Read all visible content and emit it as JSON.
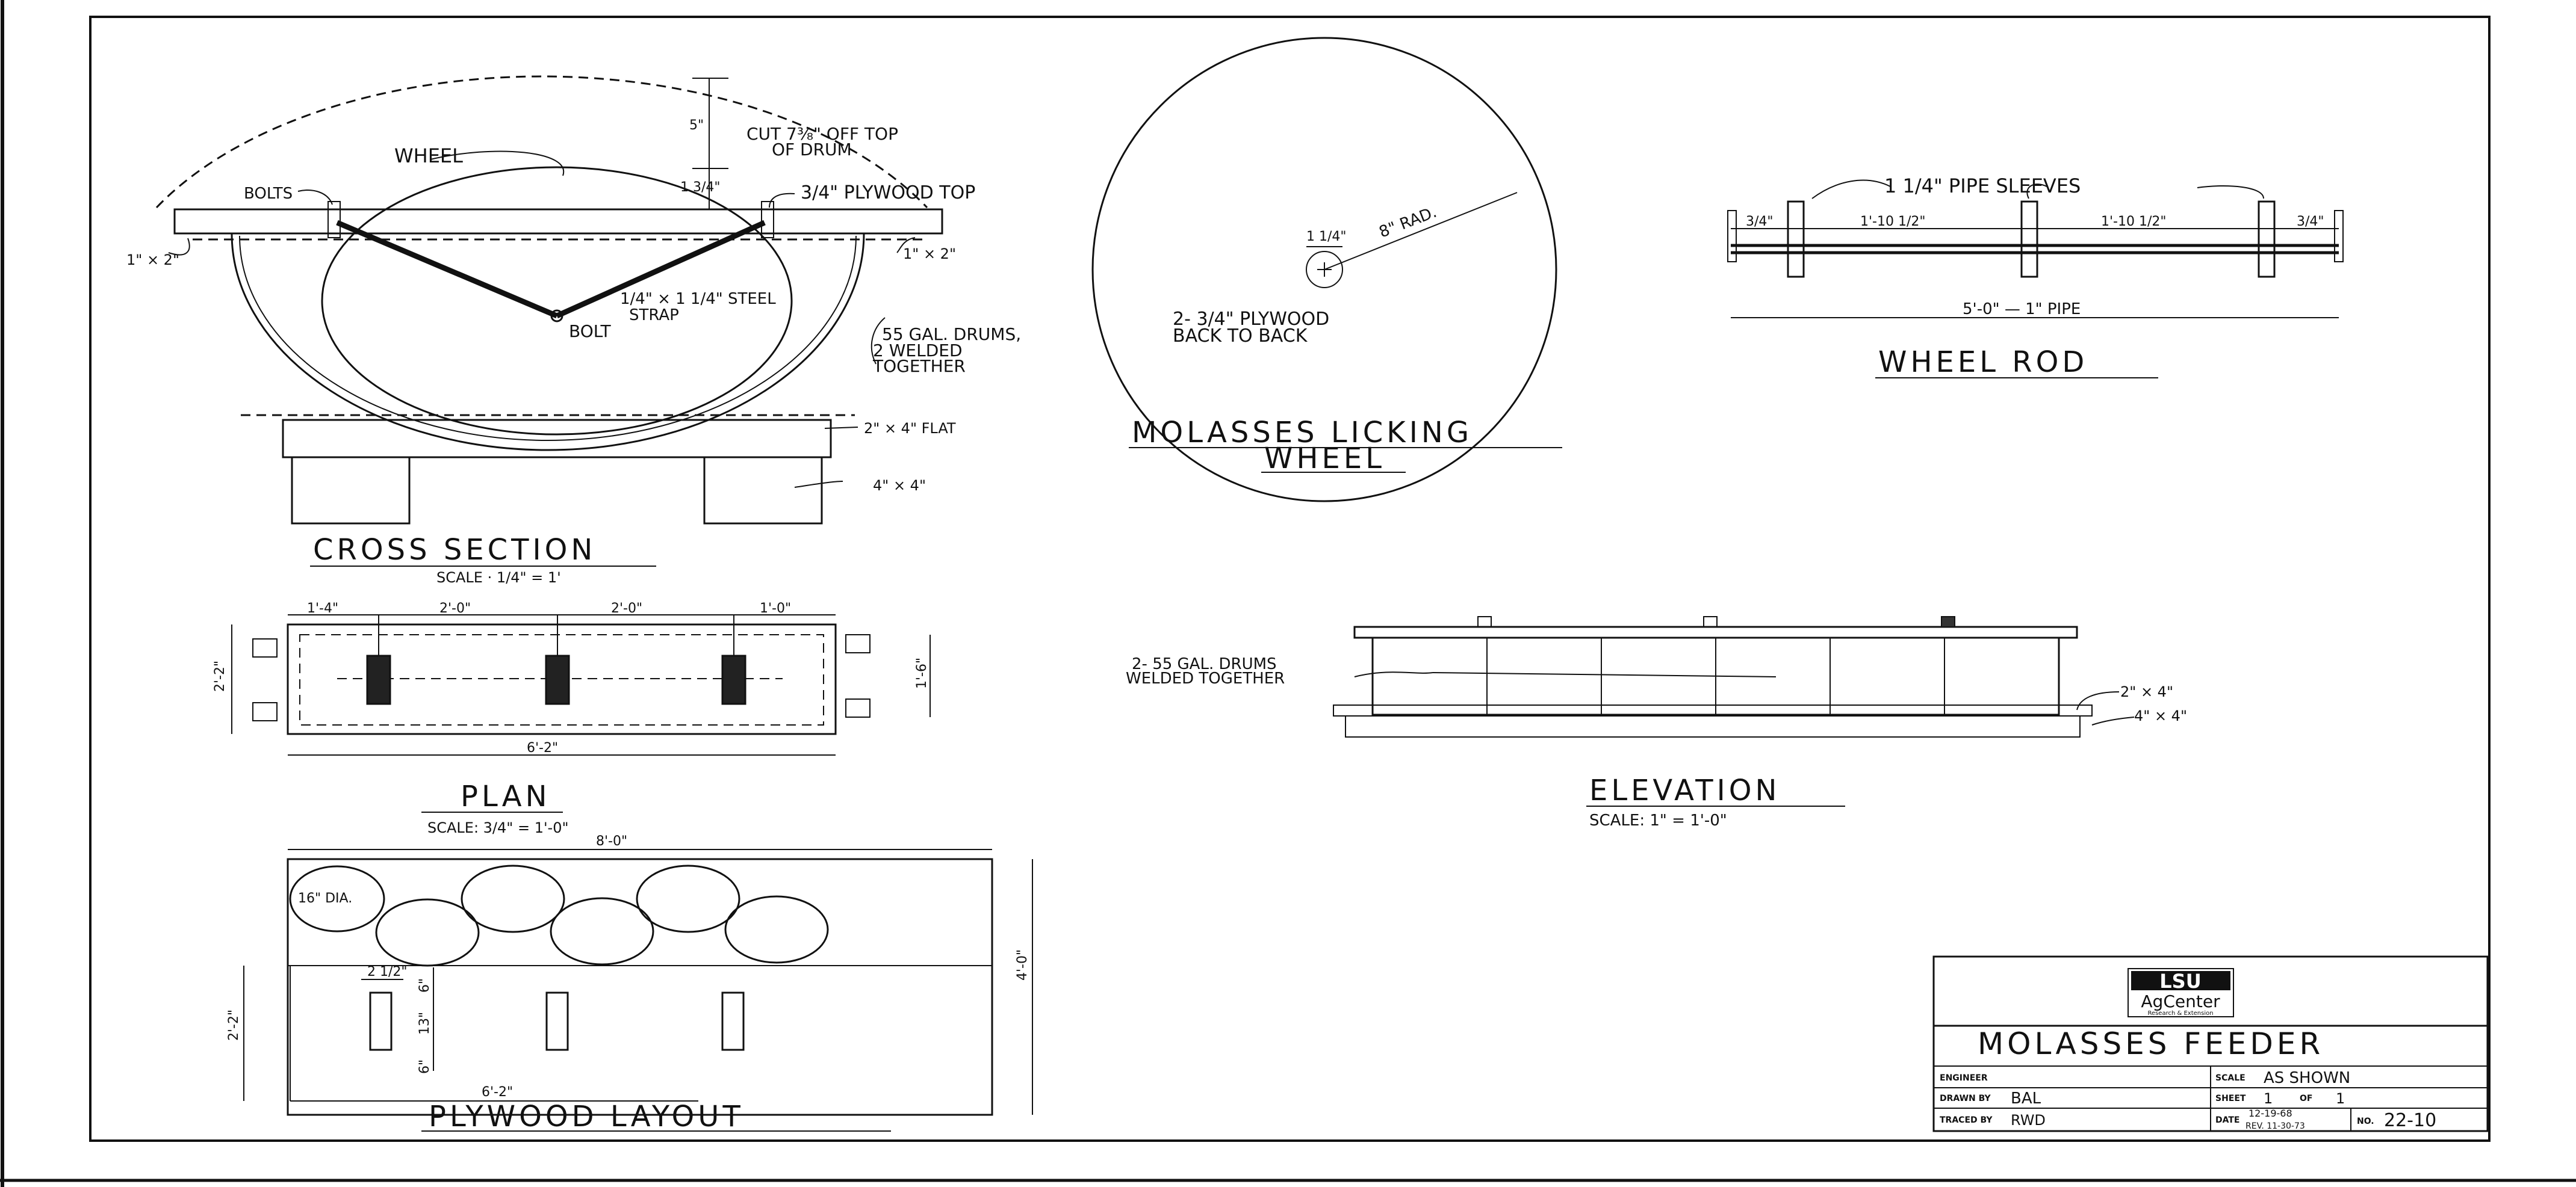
{
  "sheet": {
    "title_block": {
      "logo_line1": "LSU",
      "logo_line2": "AgCenter",
      "logo_tagline": "Research & Extension",
      "drawing_title": "MOLASSES FEEDER",
      "engineer_label": "ENGINEER",
      "scale_label": "SCALE",
      "scale_value": "AS SHOWN",
      "drawn_by_label": "DRAWN BY",
      "drawn_by_value": "BAL",
      "sheet_label": "SHEET",
      "sheet_value": "1",
      "of_label": "OF",
      "of_value": "1",
      "traced_by_label": "TRACED BY",
      "traced_by_value": "RWD",
      "date_label": "DATE",
      "date_value": "12-19-68",
      "rev_value": "REV. 11-30-73",
      "no_label": "NO.",
      "no_value": "22-10"
    }
  },
  "cross_section": {
    "title": "CROSS SECTION",
    "scale": "SCALE · 1/4\" = 1'",
    "labels": {
      "wheel": "WHEEL",
      "bolts": "BOLTS",
      "cut": "CUT 7⅜\" OFF TOP",
      "cut2": "OF DRUM",
      "plywood_top": "3/4\" PLYWOOD TOP",
      "left_board": "1\" × 2\"",
      "right_board": "1\" × 2\"",
      "strap": "1/4\" × 1 1/4\" STEEL",
      "strap2": "STRAP",
      "bolt": "BOLT",
      "drums": "55 GAL. DRUMS,",
      "drums2": "2 WELDED",
      "drums3": "TOGETHER",
      "flat": "2\" × 4\" FLAT",
      "post": "4\" × 4\"",
      "dim_top": "5\"",
      "dim_mid": "1 3/4\""
    }
  },
  "licking_wheel": {
    "title_line1": "MOLASSES LICKING",
    "title_line2": "WHEEL",
    "radius": "8\" RAD.",
    "hub": "1 1/4\"",
    "note": "2- 3/4\" PLYWOOD",
    "note2": "BACK TO BACK"
  },
  "wheel_rod": {
    "title": "WHEEL ROD",
    "sleeves": "1 1/4\" PIPE SLEEVES",
    "dim_a": "3/4\"",
    "dim_b": "1'-10 1/2\"",
    "dim_c": "1'-10 1/2\"",
    "dim_d": "3/4\"",
    "overall": "5'-0\" — 1\" PIPE"
  },
  "plan": {
    "title": "PLAN",
    "scale": "SCALE: 3/4\" = 1'-0\"",
    "dim_1": "1'-4\"",
    "dim_2": "2'-0\"",
    "dim_3": "2'-0\"",
    "dim_4": "1'-0\"",
    "height": "2'-2\"",
    "inner_height": "1'-6\"",
    "length": "6'-2\""
  },
  "elevation": {
    "title": "ELEVATION",
    "scale": "SCALE: 1\" = 1'-0\"",
    "drums": "2- 55 GAL. DRUMS",
    "drums2": "WELDED TOGETHER",
    "flat": "2\" × 4\"",
    "post": "4\" × 4\""
  },
  "plywood_layout": {
    "title": "PLYWOOD LAYOUT",
    "width": "8'-0\"",
    "height": "4'-0\"",
    "dia": "16\" DIA.",
    "piece_height": "2'-2\"",
    "piece_length": "6'-2\"",
    "slot_w": "2 1/2\"",
    "slot_a": "6\"",
    "slot_b": "13\"",
    "slot_c": "6\""
  }
}
